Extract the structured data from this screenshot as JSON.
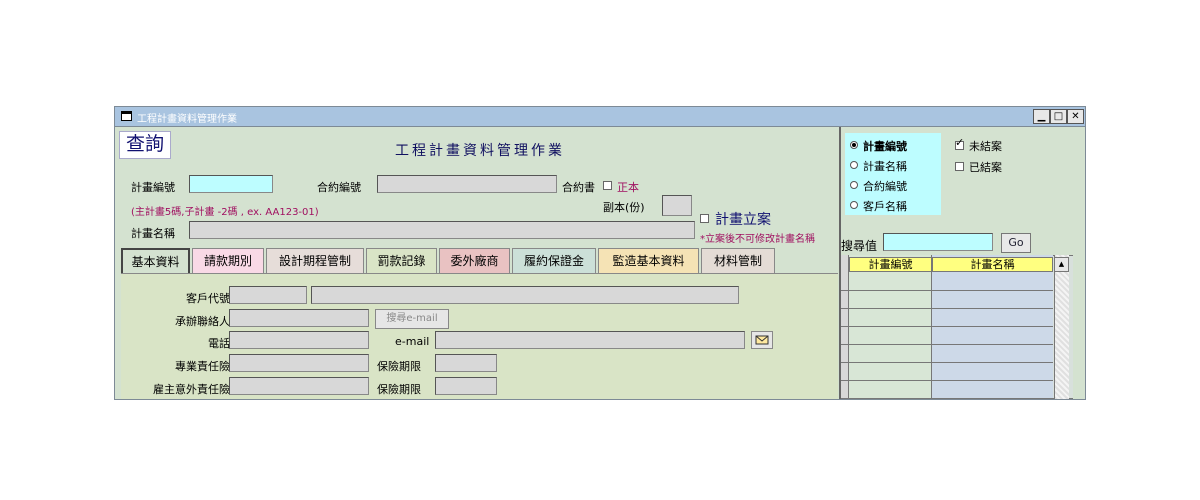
{
  "window": {
    "title": "工程計畫資料管理作業",
    "controls": {
      "minimize": "▁",
      "maximize": "□",
      "close": "✕"
    }
  },
  "header": {
    "query_label": "查詢",
    "form_title": "工程計畫資料管理作業"
  },
  "form": {
    "plan_no_label": "計畫編號",
    "plan_no_value": "",
    "contract_no_label": "合約編號",
    "contract_no_value": "",
    "contract_doc_label": "合約書",
    "original_label": "正本",
    "copy_label": "副本(份)",
    "copy_value": "",
    "hint": "(主計畫5碼,子計畫 -2碼 , ex. AA123-01)",
    "plan_name_label": "計畫名稱",
    "plan_name_value": "",
    "establish_label": "計畫立案",
    "establish_note": "*立案後不可修改計畫名稱"
  },
  "tabs": [
    {
      "label": "基本資料",
      "color": "#d4e2d0"
    },
    {
      "label": "請款期別",
      "color": "#f9d9e6"
    },
    {
      "label": "設計期程管制",
      "color": "#e6ddd9"
    },
    {
      "label": "罰款記錄",
      "color": "#d9e4c6"
    },
    {
      "label": "委外廠商",
      "color": "#e9c2c2"
    },
    {
      "label": "履約保證金",
      "color": "#cce0d8"
    },
    {
      "label": "監造基本資料",
      "color": "#f5e3b5"
    },
    {
      "label": "材料管制",
      "color": "#e4dcd5"
    }
  ],
  "basic": {
    "client_code_label": "客戶代號",
    "contact_label": "承辦聯絡人",
    "search_email_button": "搜尋e-mail",
    "phone_label": "電話",
    "email_label": "e-mail",
    "prof_insurance_label": "專業責任險",
    "insurance_period_label": "保險期限",
    "employer_insurance_label": "雇主意外責任險",
    "insurance_period_label2": "保險期限"
  },
  "search": {
    "options": [
      {
        "label": "計畫編號",
        "selected": true
      },
      {
        "label": "計畫名稱",
        "selected": false
      },
      {
        "label": "合約編號",
        "selected": false
      },
      {
        "label": "客戶名稱",
        "selected": false
      }
    ],
    "status_filters": [
      {
        "label": "未結案",
        "checked": true
      },
      {
        "label": "已結案",
        "checked": false
      }
    ],
    "value_label": "搜尋值",
    "value": "",
    "go_label": "Go"
  },
  "grid": {
    "columns": [
      "計畫編號",
      "計畫名稱"
    ],
    "scroll_up": "▲"
  }
}
